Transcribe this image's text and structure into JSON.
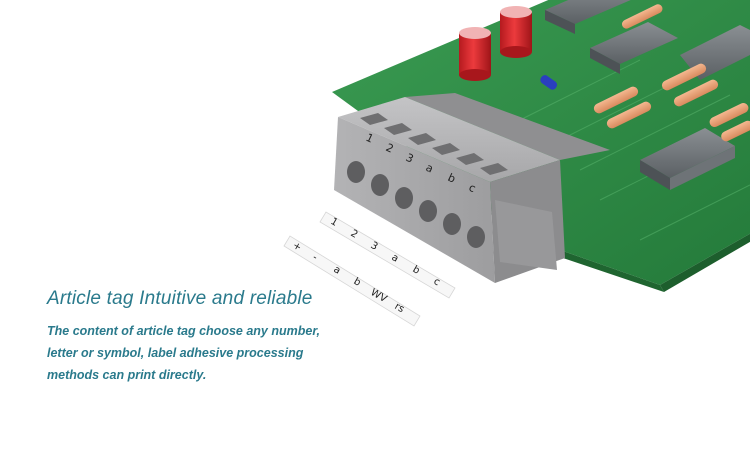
{
  "headline": "Article tag Intuitive and reliable",
  "body_lines": [
    "The content of article tag choose any number,",
    "letter or symbol, label adhesive processing",
    "methods can print directly."
  ],
  "connector_labels": [
    "1",
    "2",
    "3",
    "a",
    "b",
    "c"
  ],
  "tag_strip_upper": [
    "1",
    "2",
    "3",
    "a",
    "b",
    "c"
  ],
  "tag_strip_lower": [
    "+",
    "-",
    "a",
    "b",
    "WV",
    "rs"
  ],
  "colors": {
    "text_accent": "#2a7a8c",
    "pcb_green": "#2e8b46",
    "connector_gray": "#a9a9ab",
    "capacitor_red": "#d9252a"
  }
}
